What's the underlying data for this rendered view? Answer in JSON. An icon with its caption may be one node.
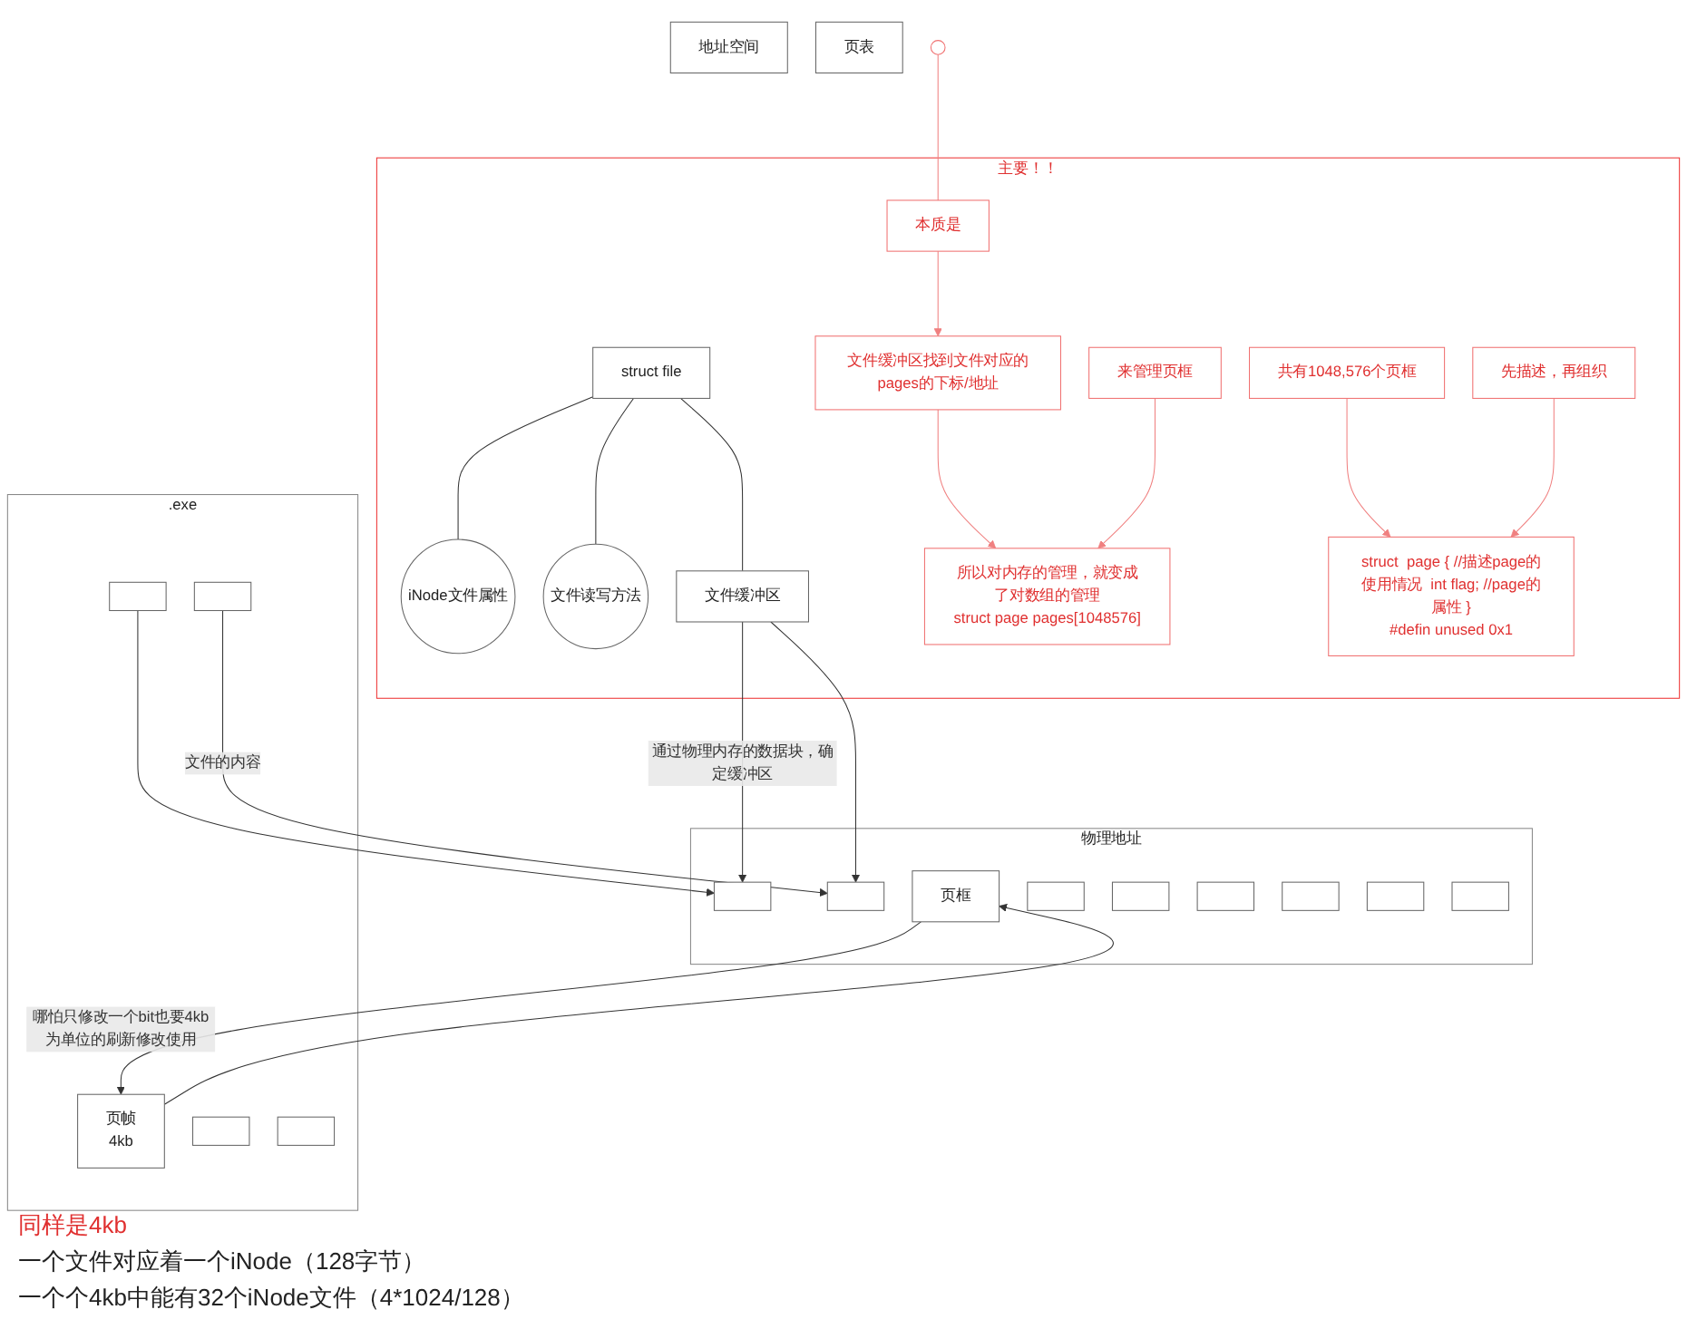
{
  "diagram": {
    "nodes": [
      {
        "text": [
          "地址空间"
        ]
      },
      {
        "text": [
          "页表"
        ]
      },
      {
        "text": [
          "物理地址"
        ]
      },
      {
        "text": [
          "页框"
        ],
        "in": 2
      },
      {
        "text": [],
        "shape": "box",
        "in": 2
      },
      {
        "text": [],
        "shape": "box",
        "in": 2
      },
      {
        "text": [],
        "shape": "box",
        "in": 2
      },
      {
        "text": [],
        "shape": "box",
        "in": 2
      },
      {
        "text": [],
        "shape": "box",
        "in": 2
      },
      {
        "text": [],
        "shape": "box",
        "in": 2
      },
      {
        "text": [],
        "shape": "box",
        "in": 2
      },
      {
        "text": [],
        "shape": "box",
        "in": 2
      },
      {
        "text": [
          ".exe"
        ]
      },
      {
        "text": [
          "页帧",
          "4kb"
        ],
        "in": 12
      },
      {
        "text": [],
        "shape": "box",
        "in": 12
      },
      {
        "text": [],
        "shape": "box",
        "in": 12
      },
      {
        "text": [],
        "shape": "box",
        "in": 12
      },
      {
        "text": [],
        "shape": "box",
        "in": 12
      },
      {
        "text": [
          "主要！！"
        ]
      },
      {
        "text": [
          "struct file"
        ],
        "in": 18
      },
      {
        "text": [
          "iNode文件属性"
        ],
        "in": 18
      },
      {
        "text": [
          "文件读写方法"
        ],
        "in": 18
      },
      {
        "text": [
          "文件缓冲区"
        ],
        "in": 18
      },
      {
        "text": [],
        "shape": "circle"
      },
      {
        "text": [
          "本质是"
        ],
        "in": 18
      },
      {
        "text": [
          "文件缓冲区找到文件对应的pages的下标/地址"
        ],
        "in": 18
      },
      {
        "text": [
          "共有1048,576个页框"
        ],
        "in": 18
      },
      {
        "text": [
          "所以对内存的管理，就变成了对数组的管理",
          "struct page pages[1048576]"
        ],
        "in": 18
      },
      {
        "text": [
          "先描述，再组织"
        ],
        "in": 18
      },
      {
        "text": [
          "来管理页框"
        ],
        "in": 18
      },
      {
        "text": [
          "struct  page { //描述page的使用情况  int flag; //page的属性 }",
          "#defin unused 0x1"
        ],
        "in": 18
      }
    ],
    "edges": [
      {
        "from": 13,
        "to": 3,
        "arrow": "to"
      },
      {
        "from": 3,
        "to": 13,
        "arrow": "to",
        "label": "哪怕只修改一个bit也要4kb为单位的刷新修改使用"
      },
      {
        "from": 16,
        "to": 8,
        "arrow": "to"
      },
      {
        "from": 17,
        "to": 9,
        "arrow": "to",
        "label": "文件的内容"
      },
      {
        "from": 19,
        "to": 20,
        "arrow": "none"
      },
      {
        "from": 19,
        "to": 21,
        "arrow": "none"
      },
      {
        "from": 19,
        "to": 22,
        "arrow": "none"
      },
      {
        "from": 22,
        "to": 8,
        "arrow": "to",
        "label": "通过物理内存的数据块，确定缓冲区"
      },
      {
        "from": 22,
        "to": 9,
        "arrow": "to"
      },
      {
        "from": 23,
        "to": 24,
        "arrow": "none",
        "color": "#f08080"
      },
      {
        "from": 24,
        "to": 25,
        "arrow": "to",
        "color": "#f08080"
      },
      {
        "from": 25,
        "to": 27,
        "arrow": "to",
        "color": "#f08080"
      },
      {
        "from": 26,
        "to": 30,
        "arrow": "to",
        "color": "#f08080"
      },
      {
        "from": 28,
        "to": 30,
        "arrow": "to",
        "color": "#f08080"
      },
      {
        "from": 29,
        "to": 27,
        "arrow": "to",
        "color": "#f08080"
      }
    ],
    "labels": [
      "同样是4kb",
      "一个文件对应着一个iNode（128字节）",
      "一个个4kb中能有32个iNode文件（4*1024/128）"
    ]
  }
}
